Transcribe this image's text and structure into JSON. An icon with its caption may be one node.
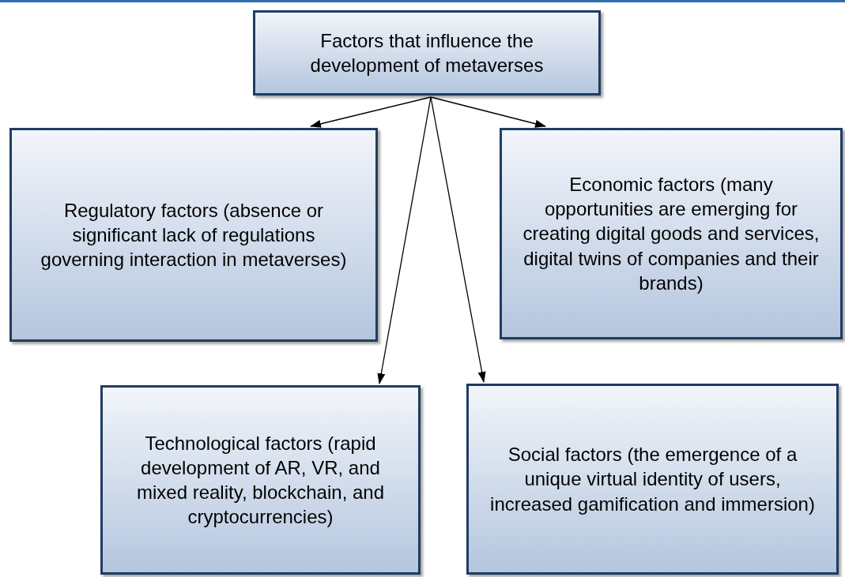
{
  "diagram": {
    "nodes": [
      {
        "text": [
          "Factors that influence the development of metaverses"
        ]
      },
      {
        "text": [
          "Regulatory factors (absence or significant lack of regulations governing interaction in metaverses)"
        ]
      },
      {
        "text": [
          "Economic factors (many opportunities are emerging for creating digital goods and services, digital twins of companies and their brands)"
        ]
      },
      {
        "text": [
          "Technological factors (rapid development of AR, VR, and mixed reality, blockchain, and cryptocurrencies)"
        ]
      },
      {
        "text": [
          "Social factors (the emergence of a unique virtual identity of users, increased gamification and immersion)"
        ]
      }
    ],
    "edges": [
      {
        "from": 0,
        "to": 1,
        "arrow": "to"
      },
      {
        "from": 0,
        "to": 2,
        "arrow": "to"
      },
      {
        "from": 0,
        "to": 3,
        "arrow": "to"
      },
      {
        "from": 0,
        "to": 4,
        "arrow": "to"
      }
    ]
  }
}
